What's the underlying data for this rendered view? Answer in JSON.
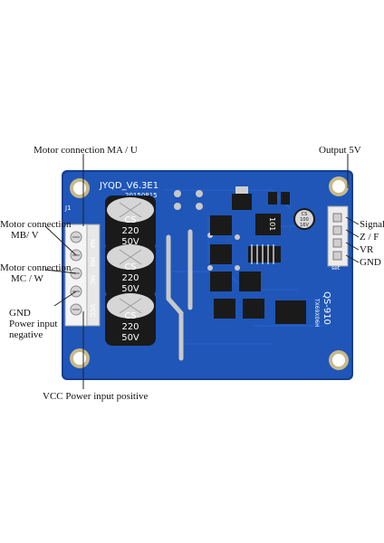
{
  "labels": {
    "ma": "Motor connection MA / U",
    "output5v": "Output 5V",
    "mb_line1": "Motor connection",
    "mb_line2": "MB/ V",
    "mc_line1": "Motor connection",
    "mc_line2": "MC / W",
    "gnd_line1": "GND",
    "gnd_line2": "Power input",
    "gnd_line3": "negative",
    "vcc": "VCC Power input positive",
    "signal": "Signal",
    "zf": "Z / F",
    "vr": "VR",
    "gnd_right": "GND"
  },
  "board": {
    "silk_title": "JYQD_V6.3E1",
    "silk_date": "20150815",
    "silk_model": "QS-910",
    "silk_sub": "TX69X06H",
    "terminal_labels": [
      "MA",
      "MB",
      "MC",
      "",
      "VCC"
    ],
    "connector_label": "set",
    "j1": "J1",
    "cap_text": [
      "CS",
      "220",
      "50V"
    ],
    "small_cap_text": [
      "CS",
      "100",
      "16V"
    ],
    "inductor_text": "101",
    "pcb_color": "#1f56b8",
    "pcb_edge_color": "#153f8d"
  }
}
